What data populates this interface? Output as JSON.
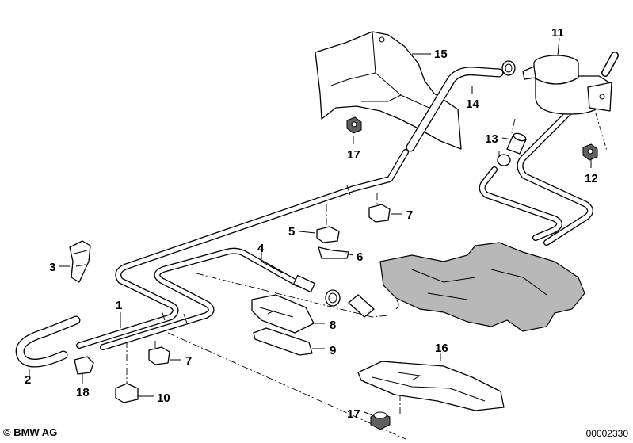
{
  "diagram": {
    "callouts": [
      "1",
      "2",
      "3",
      "4",
      "5",
      "6",
      "7",
      "7",
      "8",
      "9",
      "10",
      "11",
      "12",
      "13",
      "14",
      "15",
      "16",
      "17",
      "17",
      "18"
    ]
  },
  "footer": {
    "copyright": "© BMW AG",
    "drawing_number": "00002330"
  }
}
